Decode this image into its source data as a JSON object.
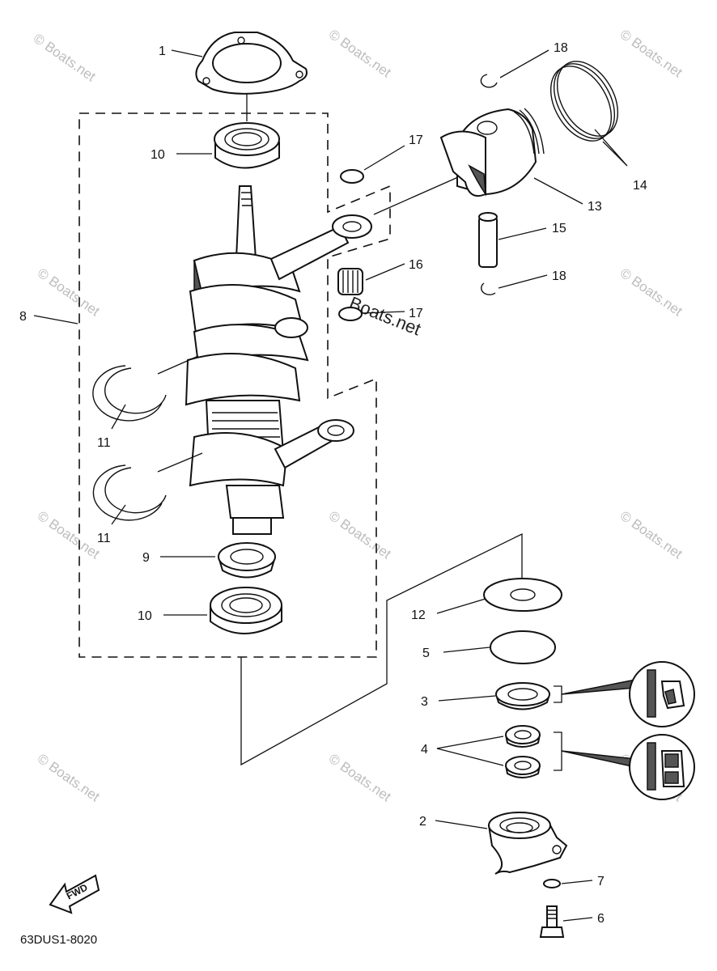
{
  "diagram": {
    "code": "63DUS1-8020",
    "fwd_label": "FWD",
    "watermark": "© Boats.net",
    "watermark_center": "Boats.net"
  },
  "callouts": [
    {
      "id": "1",
      "text": "1"
    },
    {
      "id": "10a",
      "text": "10"
    },
    {
      "id": "8",
      "text": "8"
    },
    {
      "id": "11a",
      "text": "11"
    },
    {
      "id": "11b",
      "text": "11"
    },
    {
      "id": "9",
      "text": "9"
    },
    {
      "id": "10b",
      "text": "10"
    },
    {
      "id": "18a",
      "text": "18"
    },
    {
      "id": "17a",
      "text": "17"
    },
    {
      "id": "14",
      "text": "14"
    },
    {
      "id": "13",
      "text": "13"
    },
    {
      "id": "15",
      "text": "15"
    },
    {
      "id": "16",
      "text": "16"
    },
    {
      "id": "18b",
      "text": "18"
    },
    {
      "id": "17b",
      "text": "17"
    },
    {
      "id": "12",
      "text": "12"
    },
    {
      "id": "5",
      "text": "5"
    },
    {
      "id": "3",
      "text": "3"
    },
    {
      "id": "4",
      "text": "4"
    },
    {
      "id": "2",
      "text": "2"
    },
    {
      "id": "7",
      "text": "7"
    },
    {
      "id": "6",
      "text": "6"
    }
  ]
}
